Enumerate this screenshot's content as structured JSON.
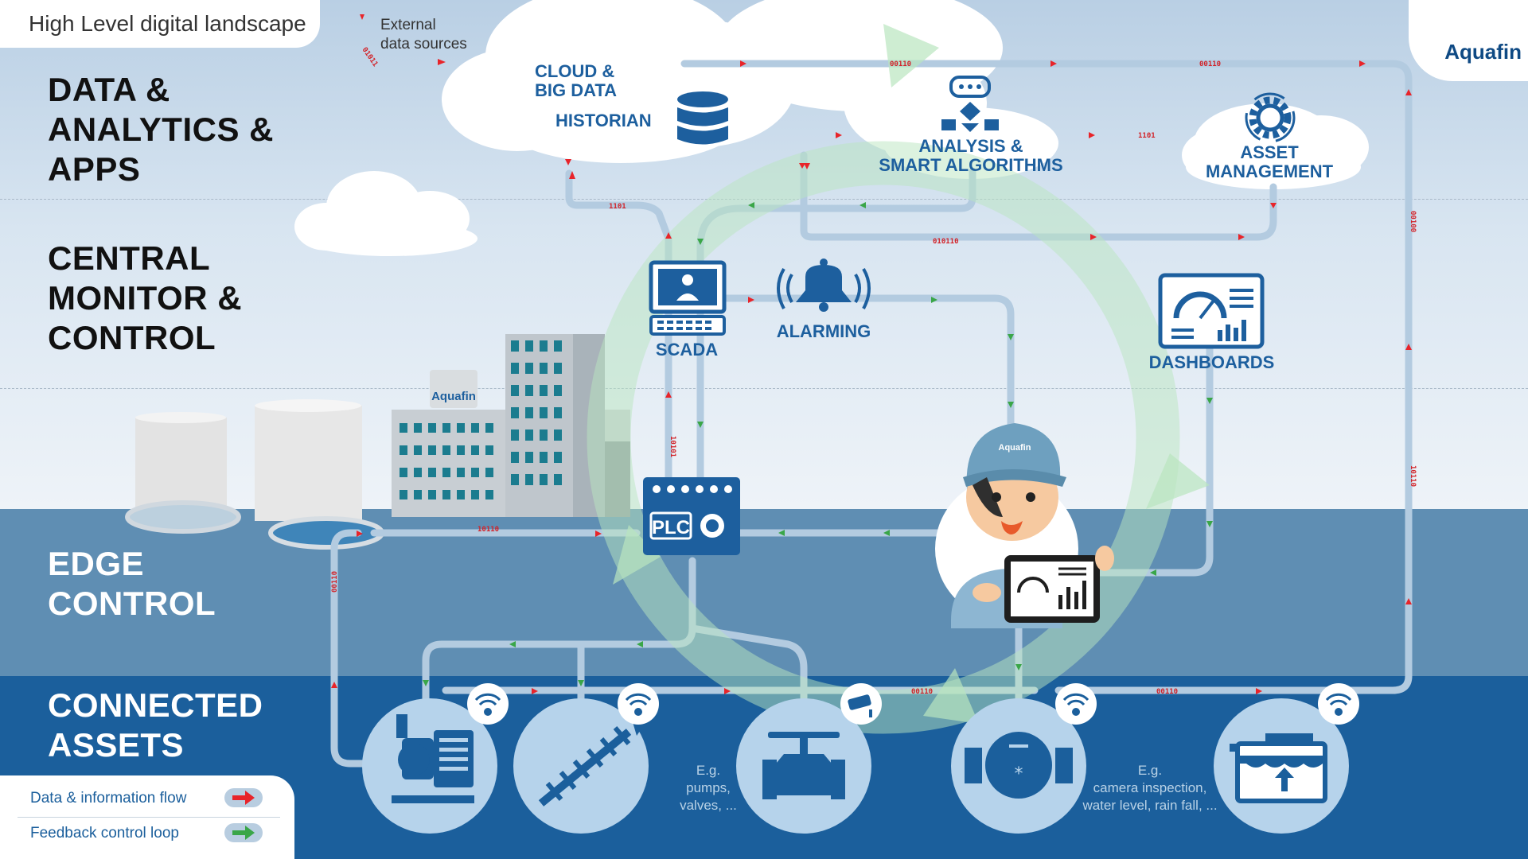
{
  "header": {
    "title": "High Level digital landscape"
  },
  "external": {
    "line1": "External",
    "line2": "data sources"
  },
  "brand": {
    "name": "Aquafin",
    "sign": "Aquafin",
    "cap": "Aquafin"
  },
  "layers": {
    "data": [
      "DATA &",
      "ANALYTICS &",
      "APPS"
    ],
    "central": [
      "CENTRAL",
      "MONITOR &",
      "CONTROL"
    ],
    "edge": [
      "EDGE",
      "CONTROL"
    ],
    "assets": [
      "CONNECTED",
      "ASSETS"
    ]
  },
  "nodes": {
    "cloud": [
      "CLOUD &",
      "BIG DATA"
    ],
    "historian": "HISTORIAN",
    "analysis": [
      "ANALYSIS &",
      "SMART ALGORITHMS"
    ],
    "asset_mgmt": [
      "ASSET",
      "MANAGEMENT"
    ],
    "scada": "SCADA",
    "alarming": "ALARMING",
    "dashboards": "DASHBOARDS",
    "plc": "PLC"
  },
  "examples": {
    "left": [
      "E.g.",
      "pumps,",
      "valves, ..."
    ],
    "right": [
      "E.g.",
      "camera inspection,",
      "water level, rain fall, ..."
    ]
  },
  "data_codes": [
    "01011",
    "00110",
    "00110",
    "1101",
    "1101",
    "010110",
    "00100",
    "10101",
    "10110",
    "10110",
    "00110",
    "00110",
    "00110"
  ],
  "legend": {
    "data_flow": "Data & information flow",
    "feedback": "Feedback control loop"
  },
  "colors": {
    "data_arrow": "#e8242a",
    "feedback_arrow": "#3aa648",
    "pipe": "#b3cbe0",
    "brand_blue": "#1d5f9e",
    "asset_band": "#1b5f9c",
    "edge_band": "#5f8eb3"
  }
}
